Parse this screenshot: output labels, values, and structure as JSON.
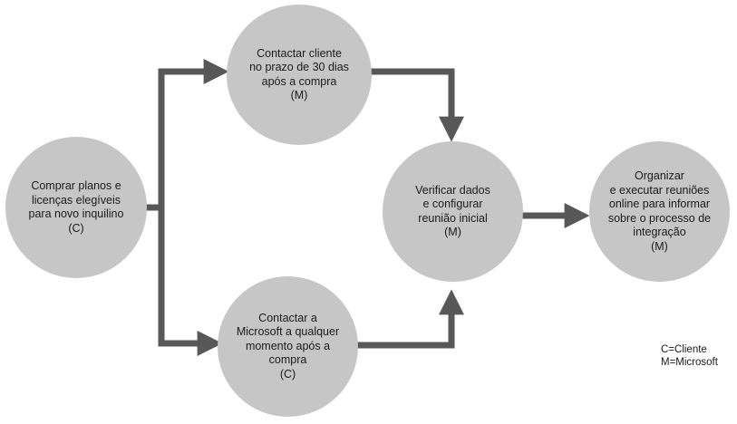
{
  "colors": {
    "node_fill": "#c6c6c6",
    "arrow": "#585858",
    "text": "#1a1a1a"
  },
  "nodes": [
    {
      "id": "buy",
      "lines": [
        "Comprar planos e",
        "licenças elegíveis",
        "para novo inquilino",
        "(C)"
      ]
    },
    {
      "id": "contact-customer",
      "lines": [
        "Contactar cliente",
        "no prazo de 30 dias",
        "após a compra",
        "(M)"
      ]
    },
    {
      "id": "contact-microsoft",
      "lines": [
        "Contactar a",
        "Microsoft a qualquer",
        "momento após a",
        "compra",
        "(C)"
      ]
    },
    {
      "id": "verify",
      "lines": [
        "Verificar dados",
        "e configurar",
        "reunião inicial",
        "(M)"
      ]
    },
    {
      "id": "organize",
      "lines": [
        "Organizar",
        "e executar reuniões",
        "online para informar",
        "sobre o processo de",
        "integração",
        "(M)"
      ]
    }
  ],
  "legend": {
    "customer": "C=Cliente",
    "microsoft": "M=Microsoft"
  }
}
